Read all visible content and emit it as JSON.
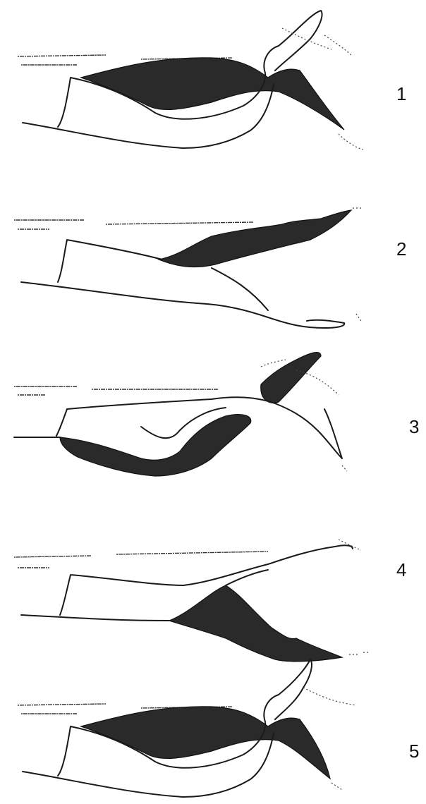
{
  "figure": {
    "frames": [
      {
        "id": "frame-1",
        "number": "1"
      },
      {
        "id": "frame-2",
        "number": "2"
      },
      {
        "id": "frame-3",
        "number": "3"
      },
      {
        "id": "frame-4",
        "number": "4"
      },
      {
        "id": "frame-5",
        "number": "5"
      }
    ]
  }
}
